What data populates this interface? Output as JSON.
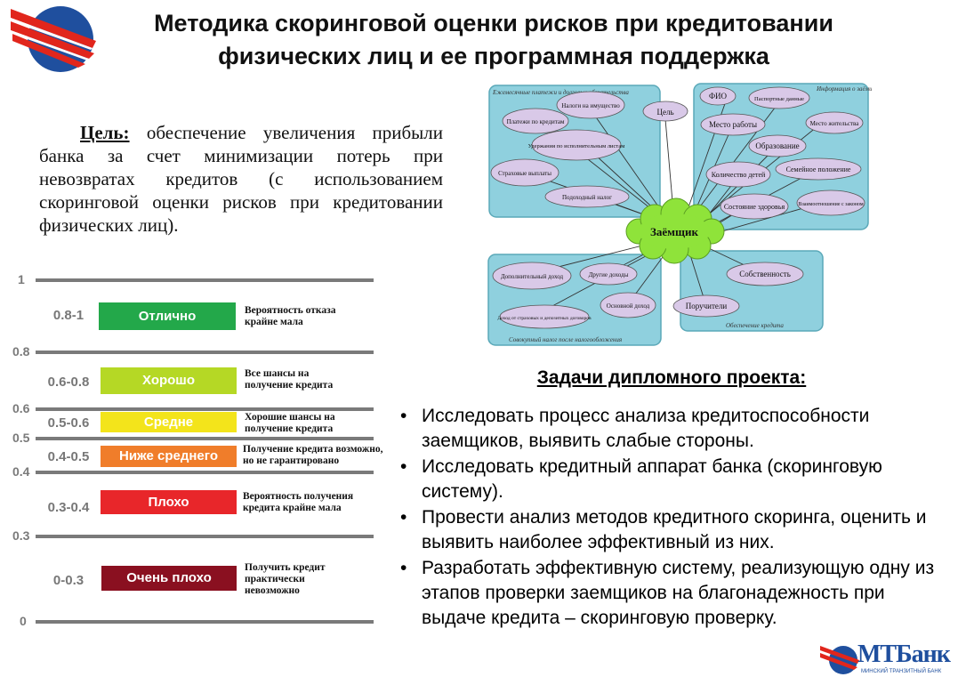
{
  "title": {
    "line1": "Методика скоринговой оценки рисков при кредитовании",
    "line2": "физических лиц и ее программная поддержка"
  },
  "goal": {
    "label": "Цель:",
    "text": "обеспечение увеличения прибыли банка за счет минимизации потерь при невозвратах кредитов (с использованием скоринговой оценки рисков при кредитовании физических лиц)."
  },
  "scale": {
    "ticks": [
      "1",
      "0.8",
      "0.6",
      "0.5",
      "0.4",
      "0.3",
      "0"
    ],
    "bands": [
      {
        "range": "0.8-1",
        "label": "Отлично",
        "color": "#23a84a",
        "desc": "Вероятность отказа крайне мала"
      },
      {
        "range": "0.6-0.8",
        "label": "Хорошо",
        "color": "#b5d825",
        "desc": "Все шансы на получение кредита"
      },
      {
        "range": "0.5-0.6",
        "label": "Средне",
        "color": "#f3e41b",
        "desc": "Хорошие шансы на получение кредита"
      },
      {
        "range": "0.4-0.5",
        "label": "Ниже среднего",
        "color": "#f07d2a",
        "desc": "Получение кредита возможно, но не гарантировано"
      },
      {
        "range": "0.3-0.4",
        "label": "Плохо",
        "color": "#e8262a",
        "desc": "Вероятность получения кредита крайне мала"
      },
      {
        "range": "0-0.3",
        "label": "Очень плохо",
        "color": "#8a1020",
        "desc": "Получить кредит практически невозможно"
      }
    ]
  },
  "diagram": {
    "center": "Заёмщик",
    "goal_node": "Цель",
    "box_captions": {
      "top_left": "Ежемесячные платежи и долговые обязательства",
      "top_right": "Информация о заёмщике",
      "bottom_left": "Совокупный налог после налогообложения",
      "bottom_right": "Обеспечение кредита"
    },
    "nodes": {
      "n1": "Налоги на имущество",
      "n2": "Платежи по кредитам",
      "n3": "Удержания по исполнительным листам",
      "n4": "Страховые выплаты",
      "n5": "Подоходный налог",
      "n6": "ФИО",
      "n7": "Паспортные данные",
      "n8": "Место работы",
      "n9": "Место жительства",
      "n10": "Образование",
      "n11": "Количество детей",
      "n12": "Семейное положение",
      "n13": "Состояние здоровья",
      "n14": "Взаимоотношение с законом",
      "n15": "Дополнительный доход",
      "n16": "Другие доходы",
      "n17": "Основной доход",
      "n18": "Доход от страховых и депозитных договоров",
      "n19": "Собственность",
      "n20": "Поручители"
    }
  },
  "tasks": {
    "heading": "Задачи дипломного проекта:",
    "items": [
      "Исследовать процесс анализа кредитоспособности заемщиков, выявить слабые стороны.",
      "Исследовать кредитный аппарат банка (скоринговую систему).",
      "Провести анализ методов кредитного скоринга, оценить и выявить наиболее эффективный из них.",
      "Разработать эффективную систему, реализующую одну из этапов проверки заемщиков на благонадежность при выдаче кредита – скоринговую проверку."
    ]
  },
  "logo": {
    "name": "МТБанк",
    "subtitle": "МИНСКИЙ ТРАНЗИТНЫЙ БАНК"
  },
  "colors": {
    "diagram_box": "#8fd0de",
    "node_fill": "#d9c9e8",
    "center_fill": "#8fe33a",
    "logo_blue": "#1f4f9e",
    "logo_red": "#e1261c"
  }
}
